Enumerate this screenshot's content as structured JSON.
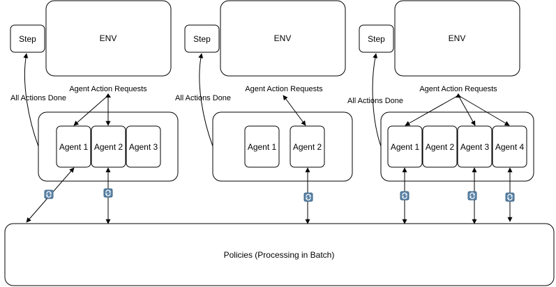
{
  "colors": {
    "stroke": "#000000",
    "fill": "#ffffff",
    "sync_icon": "#5b84a8"
  },
  "icons": {
    "sync": "sync-icon"
  },
  "groups": [
    {
      "env_label": "ENV",
      "step_label": "Step",
      "requests_label": "Agent Action Requests",
      "done_label": "All Actions Done",
      "agents": [
        "Agent 1",
        "Agent 2",
        "Agent 3"
      ]
    },
    {
      "env_label": "ENV",
      "step_label": "Step",
      "requests_label": "Agent Action Requests",
      "done_label": "All Actions Done",
      "agents": [
        "Agent 1",
        "Agent 2"
      ]
    },
    {
      "env_label": "ENV",
      "step_label": "Step",
      "requests_label": "Agent Action Requests",
      "done_label": "All Actions Done",
      "agents": [
        "Agent 1",
        "Agent 2",
        "Agent 3",
        "Agent 4"
      ]
    }
  ],
  "policies": {
    "label": "Policies (Processing in Batch)"
  }
}
